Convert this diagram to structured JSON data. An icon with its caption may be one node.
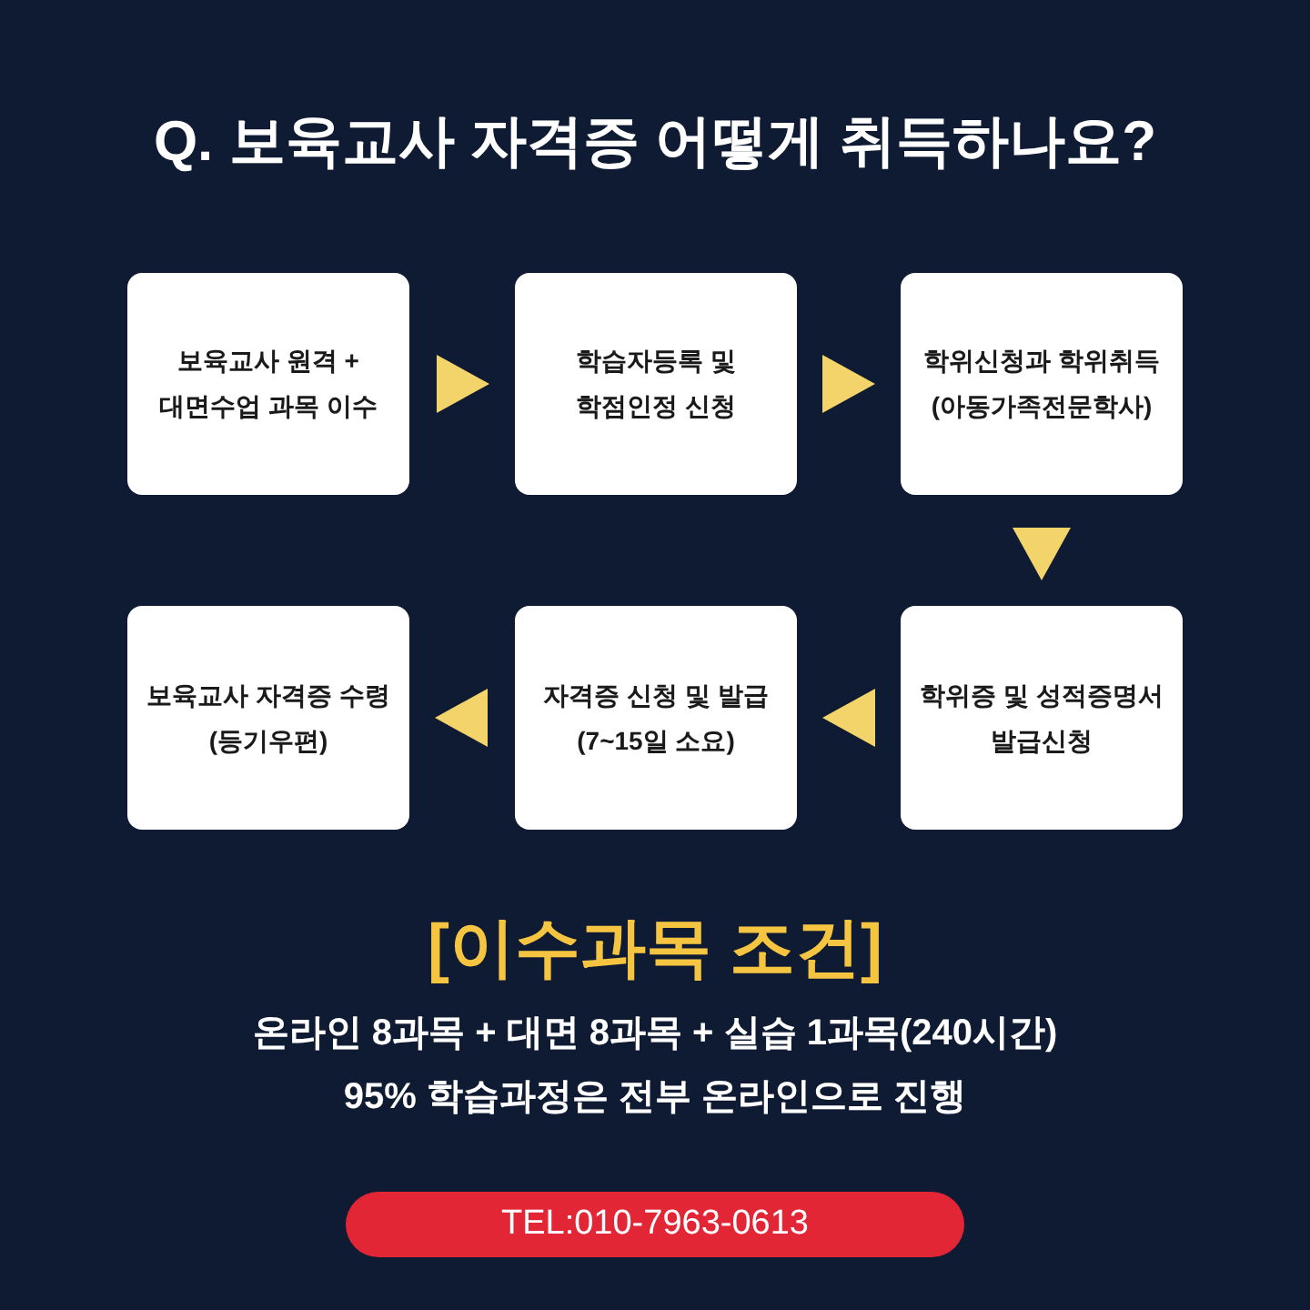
{
  "diagram": {
    "title": "Q. 보육교사 자격증 어떻게 취득하나요?",
    "nodes": [
      {
        "text": [
          "보육교사 원격 + 대면수업 과목 이수"
        ]
      },
      {
        "text": [
          "학습자등록 및 학점인정 신청"
        ]
      },
      {
        "text": [
          "학위신청과 학위취득 (아동가족전문학사)"
        ]
      },
      {
        "text": [
          "보육교사 자격증 수령 (등기우편)"
        ]
      },
      {
        "text": [
          "자격증 신청 및 발급 (7~15일 소요)"
        ]
      },
      {
        "text": [
          "학위증 및 성적증명서 발급신청"
        ]
      }
    ],
    "edges": [
      {
        "from": 0,
        "to": 1,
        "arrow": "to"
      },
      {
        "from": 1,
        "to": 2,
        "arrow": "to"
      },
      {
        "from": 2,
        "to": 5,
        "arrow": "to"
      },
      {
        "from": 5,
        "to": 4,
        "arrow": "to"
      },
      {
        "from": 4,
        "to": 3,
        "arrow": "to"
      }
    ],
    "labels": [
      "[이수과목 조건]",
      "온라인 8과목 + 대면 8과목 + 실습 1과목(240시간)",
      "95% 학습과정은 전부 온라인으로 진행",
      "TEL:010-7963-0613"
    ]
  }
}
